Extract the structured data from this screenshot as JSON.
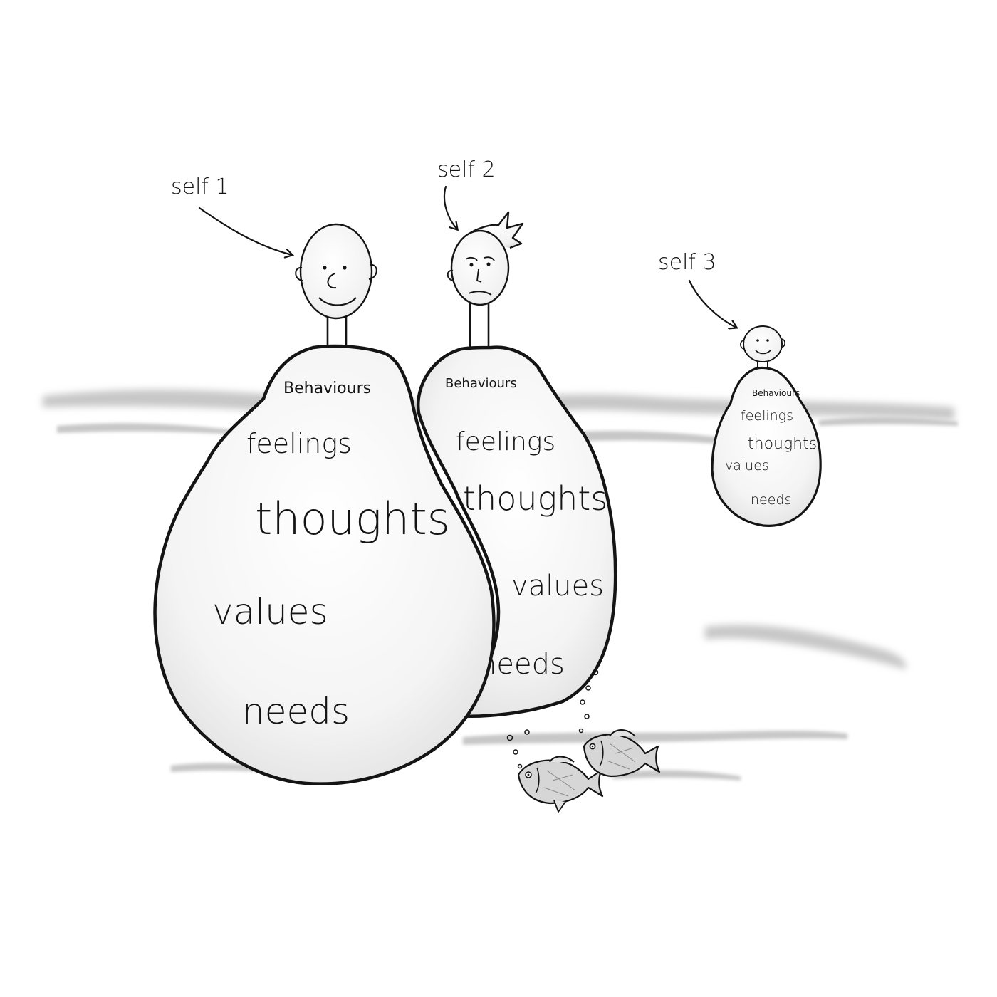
{
  "figures": [
    {
      "caption": "self 1",
      "layers": {
        "behaviours": "Behaviours",
        "feelings": "feelings",
        "thoughts": "thoughts",
        "values": "values",
        "needs": "needs"
      }
    },
    {
      "caption": "self 2",
      "layers": {
        "behaviours": "Behaviours",
        "feelings": "feelings",
        "thoughts": "thoughts",
        "values": "values",
        "needs": "needs"
      }
    },
    {
      "caption": "self 3",
      "layers": {
        "behaviours": "Behaviours",
        "feelings": "feelings",
        "thoughts": "thoughts",
        "values": "values",
        "needs": "needs"
      }
    }
  ],
  "colors": {
    "ink": "#141414",
    "water": "#9a9a9a",
    "body_fill": "#f3f3f3",
    "background": "#ffffff"
  }
}
